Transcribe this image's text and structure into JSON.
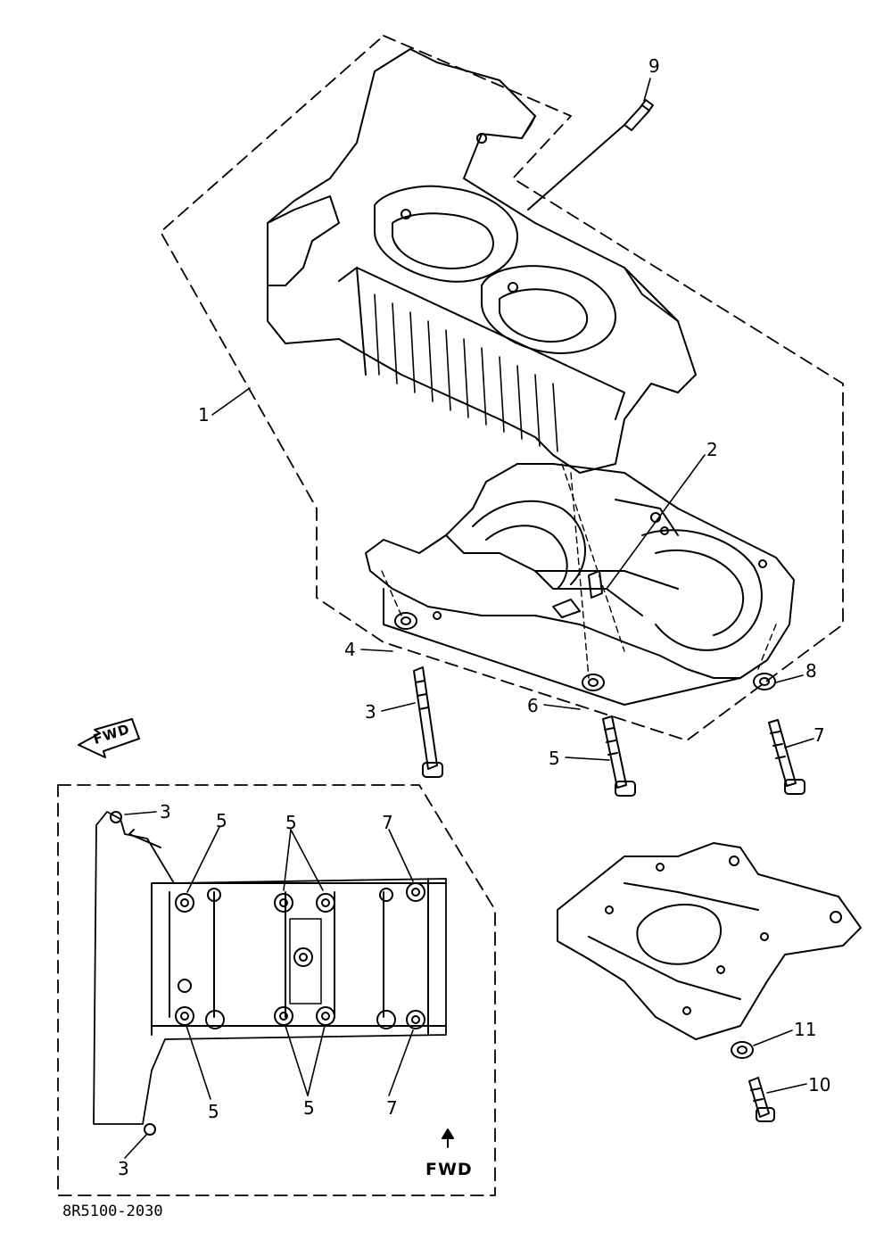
{
  "callouts": {
    "c1": "1",
    "c2": "2",
    "c3": "3",
    "c4": "4",
    "c5": "5",
    "c6": "6",
    "c7": "7",
    "c8": "8",
    "c9": "9",
    "c10": "10",
    "c11": "11"
  },
  "inset": {
    "c3_top": "3",
    "c3_bottom": "3",
    "c5_top_left": "5",
    "c5_top_mid": "5",
    "c5_bottom_left": "5",
    "c5_bottom_mid": "5",
    "c7_top": "7",
    "c7_bottom": "7",
    "fwd_label": "FWD"
  },
  "fwd_arrow_label": "FWD",
  "figure_code": "8R5100-2030"
}
